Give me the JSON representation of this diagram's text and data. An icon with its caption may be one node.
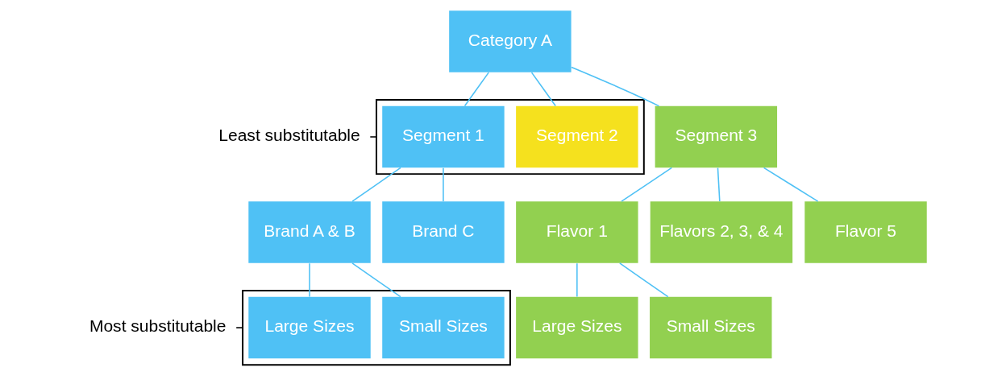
{
  "diagram": {
    "nodes": [
      {
        "text": [
          "Category A"
        ]
      },
      {
        "text": [
          "Least substitutable"
        ]
      },
      {
        "text": [],
        "shape": "box"
      },
      {
        "text": [
          "Segment 1"
        ],
        "in": 2
      },
      {
        "text": [
          "Segment 2"
        ],
        "in": 2
      },
      {
        "text": [
          "Segment 3"
        ]
      },
      {
        "text": [
          "Brand A & B"
        ]
      },
      {
        "text": [
          "Brand C"
        ]
      },
      {
        "text": [
          "Flavor 1"
        ]
      },
      {
        "text": [
          "Flavors 2, 3, & 4"
        ]
      },
      {
        "text": [
          "Flavor 5"
        ]
      },
      {
        "text": [
          "Most substitutable"
        ]
      },
      {
        "text": [],
        "shape": "box"
      },
      {
        "text": [
          "Large Sizes"
        ],
        "in": 12
      },
      {
        "text": [
          "Small Sizes"
        ],
        "in": 12
      },
      {
        "text": [
          "Large Sizes"
        ]
      },
      {
        "text": [
          "Small Sizes"
        ]
      }
    ],
    "edges": [
      {
        "from": 0,
        "to": 3,
        "arrow": "none"
      },
      {
        "from": 0,
        "to": 4,
        "arrow": "none"
      },
      {
        "from": 0,
        "to": 5,
        "arrow": "none"
      },
      {
        "from": 3,
        "to": 6,
        "arrow": "none"
      },
      {
        "from": 3,
        "to": 7,
        "arrow": "none"
      },
      {
        "from": 5,
        "to": 8,
        "arrow": "none"
      },
      {
        "from": 5,
        "to": 9,
        "arrow": "none"
      },
      {
        "from": 5,
        "to": 10,
        "arrow": "none"
      },
      {
        "from": 6,
        "to": 13,
        "arrow": "none"
      },
      {
        "from": 6,
        "to": 14,
        "arrow": "none"
      },
      {
        "from": 8,
        "to": 15,
        "arrow": "none"
      },
      {
        "from": 8,
        "to": 16,
        "arrow": "none"
      },
      {
        "from": 1,
        "to": 2,
        "arrow": "none",
        "color": "#000000"
      },
      {
        "from": 11,
        "to": 12,
        "arrow": "none",
        "color": "#000000"
      }
    ]
  }
}
